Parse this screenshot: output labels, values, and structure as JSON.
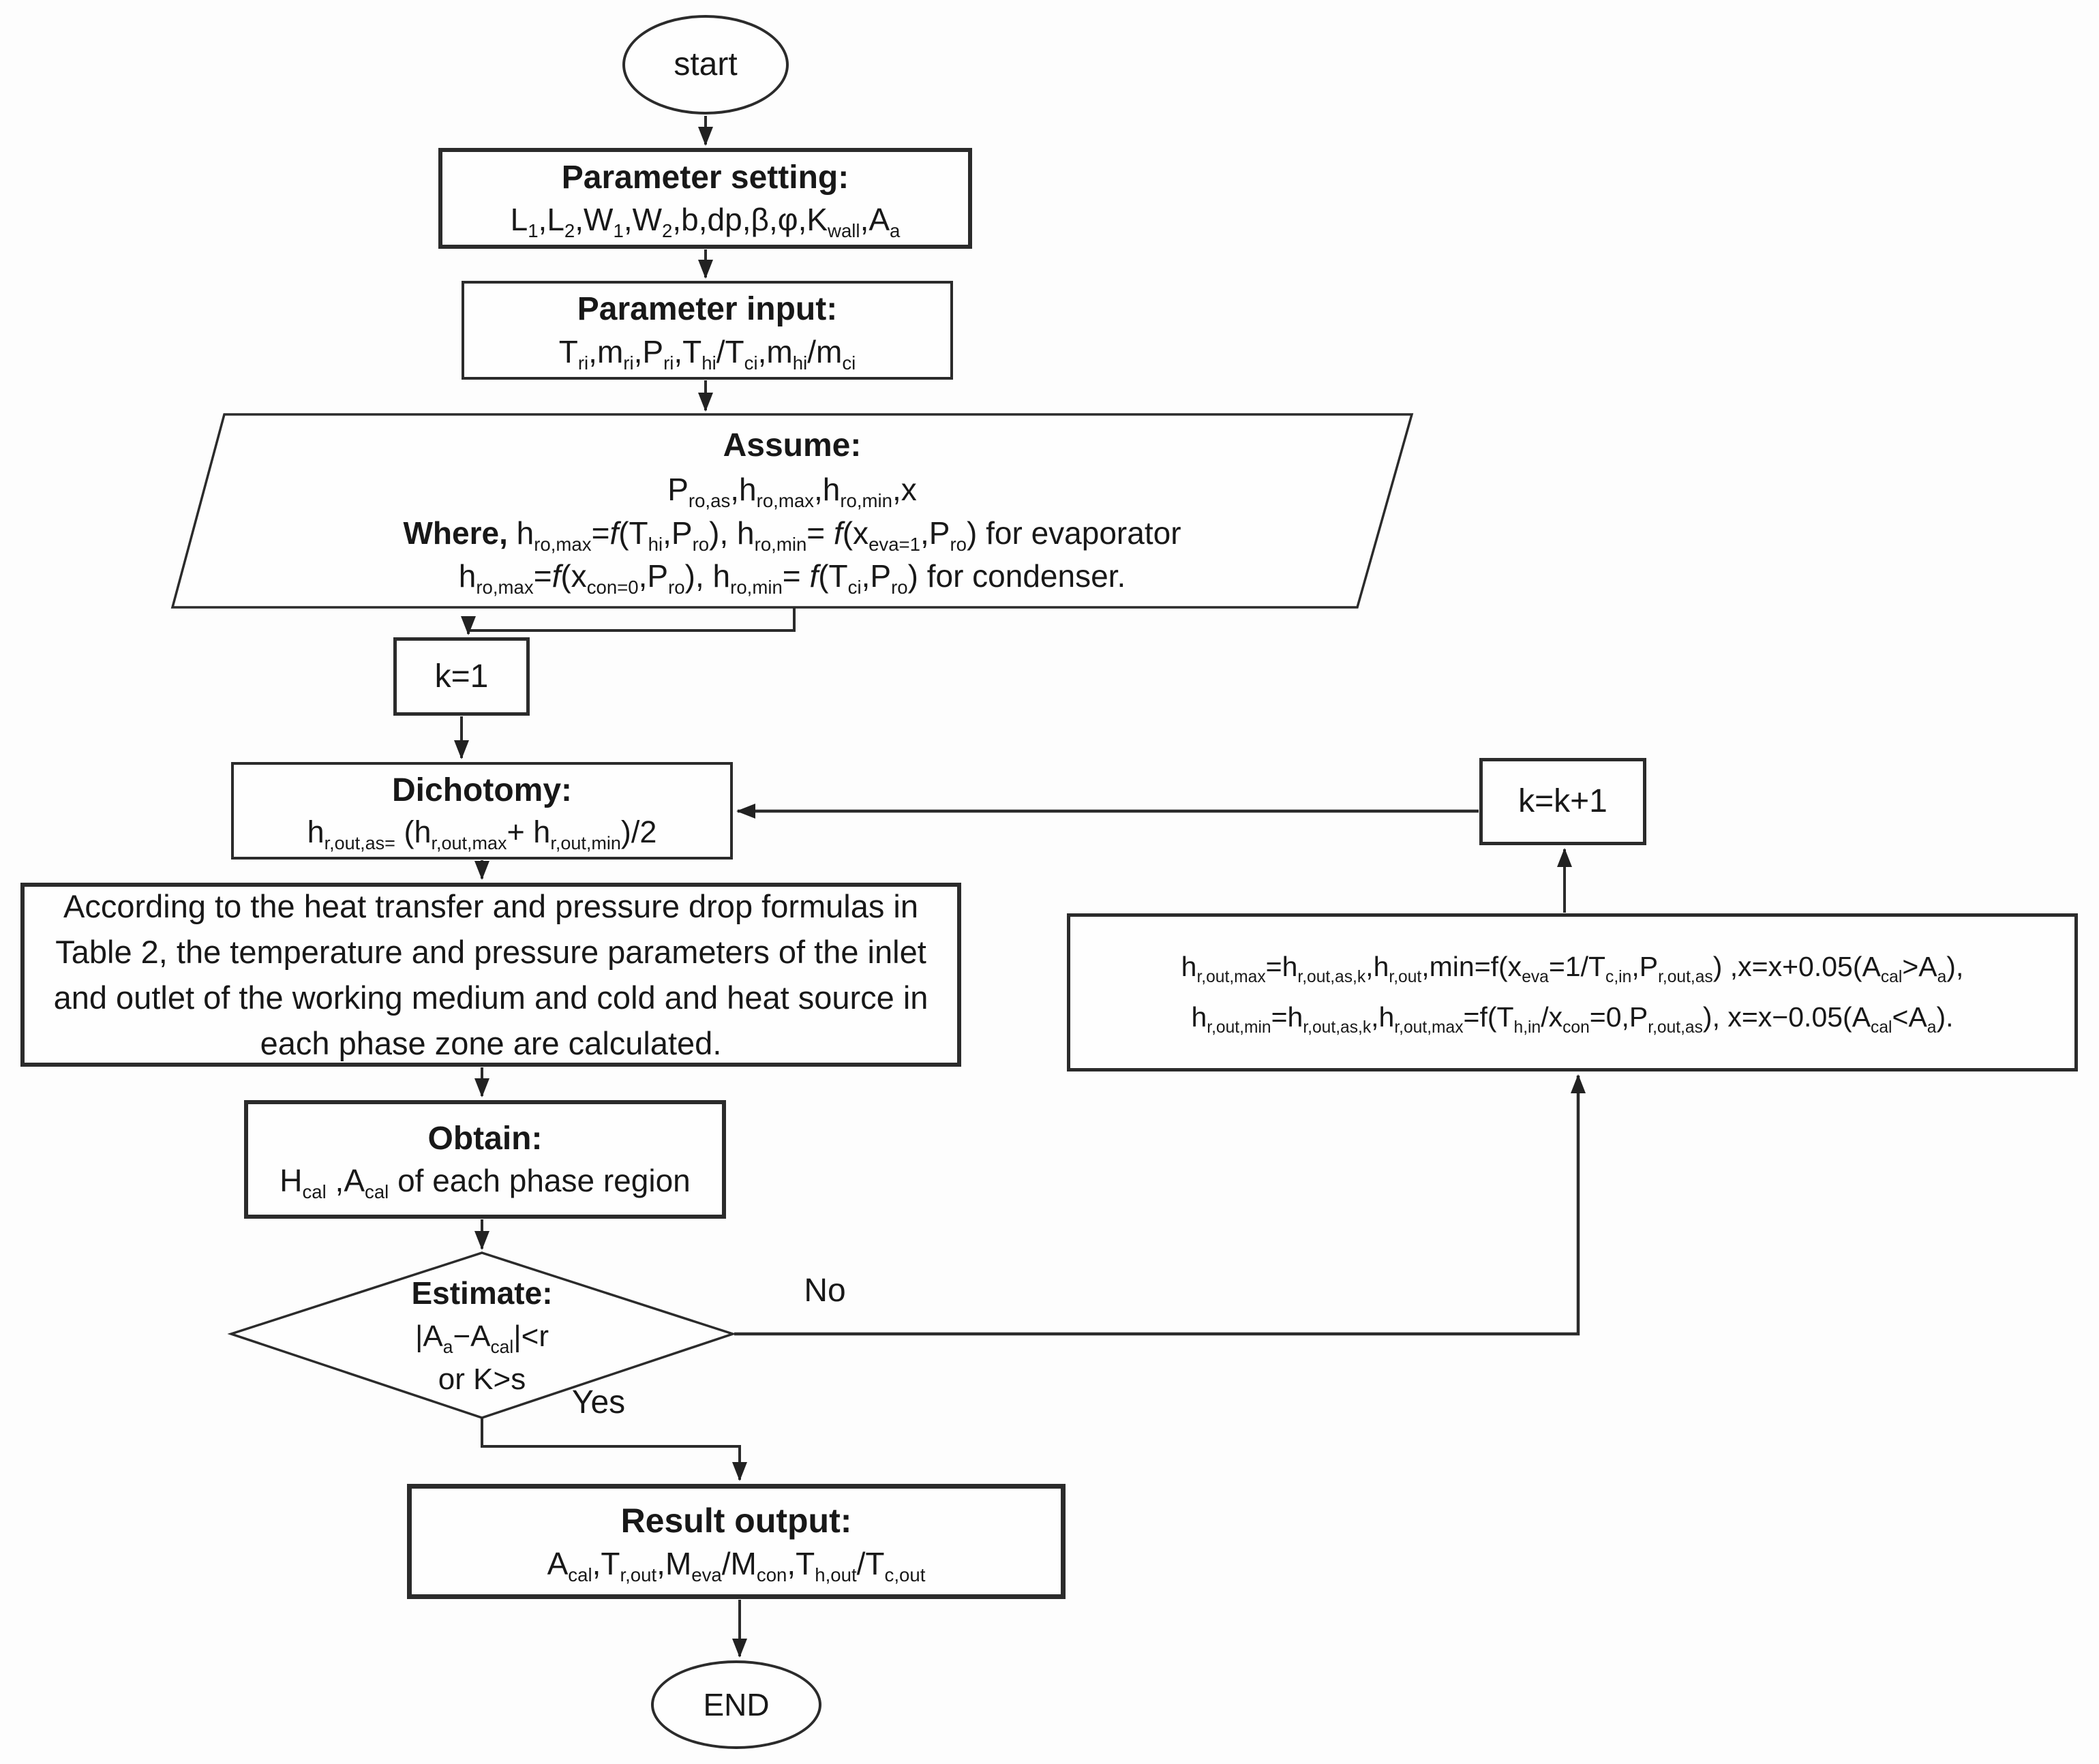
{
  "canvas": {
    "bg": "#fdfdfd",
    "stroke": "#2b2b2b",
    "text_color": "#181818"
  },
  "nodes": {
    "start": {
      "label": "start"
    },
    "parameter_setting": {
      "title": "Parameter setting:",
      "params": [
        {
          "t": "L"
        },
        {
          "s": "1"
        },
        {
          "t": ",L"
        },
        {
          "s": "2"
        },
        {
          "t": ",W"
        },
        {
          "s": "1"
        },
        {
          "t": ",W"
        },
        {
          "s": "2"
        },
        {
          "t": ",b,dp,β,φ,K"
        },
        {
          "s": "wall"
        },
        {
          "t": ",A"
        },
        {
          "s": "a"
        }
      ]
    },
    "parameter_input": {
      "title": "Parameter input:",
      "params": [
        {
          "t": "T"
        },
        {
          "s": "ri"
        },
        {
          "t": ",m"
        },
        {
          "s": "ri"
        },
        {
          "t": ",P"
        },
        {
          "s": "ri"
        },
        {
          "t": ",T"
        },
        {
          "s": "hi"
        },
        {
          "t": "/T"
        },
        {
          "s": "ci"
        },
        {
          "t": ",m"
        },
        {
          "s": "hi"
        },
        {
          "t": "/m"
        },
        {
          "s": "ci"
        }
      ]
    },
    "assume": {
      "title": "Assume:",
      "assumed": [
        {
          "t": "P"
        },
        {
          "s": "ro,as"
        },
        {
          "t": ",h"
        },
        {
          "s": "ro,max"
        },
        {
          "t": ",h"
        },
        {
          "s": "ro,min"
        },
        {
          "t": ",x"
        }
      ],
      "where_line1": [
        {
          "b": "Where, "
        },
        {
          "t": "h"
        },
        {
          "s": "ro,max"
        },
        {
          "t": "="
        },
        {
          "i": "f"
        },
        {
          "t": "(T"
        },
        {
          "s": "hi"
        },
        {
          "t": ",P"
        },
        {
          "s": "ro"
        },
        {
          "t": "), h"
        },
        {
          "s": "ro,min"
        },
        {
          "t": "= "
        },
        {
          "i": "f"
        },
        {
          "t": "(x"
        },
        {
          "s": "eva=1"
        },
        {
          "t": ",P"
        },
        {
          "s": "ro"
        },
        {
          "t": ") for evaporator"
        }
      ],
      "where_line2": [
        {
          "t": "h"
        },
        {
          "s": "ro,max"
        },
        {
          "t": "="
        },
        {
          "i": "f"
        },
        {
          "t": "(x"
        },
        {
          "s": "con=0"
        },
        {
          "t": ",P"
        },
        {
          "s": "ro"
        },
        {
          "t": "), h"
        },
        {
          "s": "ro,min"
        },
        {
          "t": "= "
        },
        {
          "i": "f"
        },
        {
          "t": "(T"
        },
        {
          "s": "ci"
        },
        {
          "t": ",P"
        },
        {
          "s": "ro"
        },
        {
          "t": ") for condenser."
        }
      ]
    },
    "k_init": {
      "label": "k=1"
    },
    "dichotomy": {
      "title": "Dichotomy:",
      "formula": [
        {
          "t": "h"
        },
        {
          "s": "r,out,as="
        },
        {
          "t": " (h"
        },
        {
          "s": "r,out,max"
        },
        {
          "t": "+ h"
        },
        {
          "s": "r,out,min"
        },
        {
          "t": ")/2"
        }
      ]
    },
    "calculation_note": {
      "text": "According to the heat transfer and pressure drop formulas in Table 2, the temperature and pressure parameters of the inlet and outlet of the working medium and cold and heat source in each phase zone are calculated."
    },
    "obtain": {
      "title": "Obtain:",
      "detail": [
        {
          "t": "H"
        },
        {
          "s": "cal"
        },
        {
          "t": " ,A"
        },
        {
          "s": "cal"
        },
        {
          "t": " of each phase region"
        }
      ]
    },
    "estimate": {
      "title": "Estimate:",
      "condition1": [
        {
          "t": "|A"
        },
        {
          "s": "a"
        },
        {
          "t": "−A"
        },
        {
          "s": "cal"
        },
        {
          "t": "|<r"
        }
      ],
      "condition2": "or K>s"
    },
    "k_increment": {
      "label": "k=k+1"
    },
    "bounds_update": {
      "line1": [
        {
          "t": "h"
        },
        {
          "s": "r,out,max"
        },
        {
          "t": "=h"
        },
        {
          "s": "r,out,as,k"
        },
        {
          "t": ",h"
        },
        {
          "s": "r,out"
        },
        {
          "t": ",min=f(x"
        },
        {
          "s": "eva"
        },
        {
          "t": "=1/T"
        },
        {
          "s": "c,in"
        },
        {
          "t": ",P"
        },
        {
          "s": "r,out,as"
        },
        {
          "t": ") ,x=x+0.05(A"
        },
        {
          "s": "cal"
        },
        {
          "t": ">A"
        },
        {
          "s": "a"
        },
        {
          "t": "),"
        }
      ],
      "line2": [
        {
          "t": "h"
        },
        {
          "s": "r,out,min"
        },
        {
          "t": "=h"
        },
        {
          "s": "r,out,as,k"
        },
        {
          "t": ",h"
        },
        {
          "s": "r,out,max"
        },
        {
          "t": "=f(T"
        },
        {
          "s": "h,in"
        },
        {
          "t": "/x"
        },
        {
          "s": "con"
        },
        {
          "t": "=0,P"
        },
        {
          "s": "r,out,as"
        },
        {
          "t": "), x=x−0.05(A"
        },
        {
          "s": "cal"
        },
        {
          "t": "<A"
        },
        {
          "s": "a"
        },
        {
          "t": ")."
        }
      ]
    },
    "result_output": {
      "title": "Result output:",
      "outputs": [
        {
          "t": "A"
        },
        {
          "s": "cal"
        },
        {
          "t": ",T"
        },
        {
          "s": "r,out"
        },
        {
          "t": ",M"
        },
        {
          "s": "eva"
        },
        {
          "t": "/M"
        },
        {
          "s": "con"
        },
        {
          "t": ",T"
        },
        {
          "s": "h,out"
        },
        {
          "t": "/T"
        },
        {
          "s": "c,out"
        }
      ]
    },
    "end": {
      "label": "END"
    }
  },
  "edges": {
    "no_label": "No",
    "yes_label": "Yes"
  }
}
